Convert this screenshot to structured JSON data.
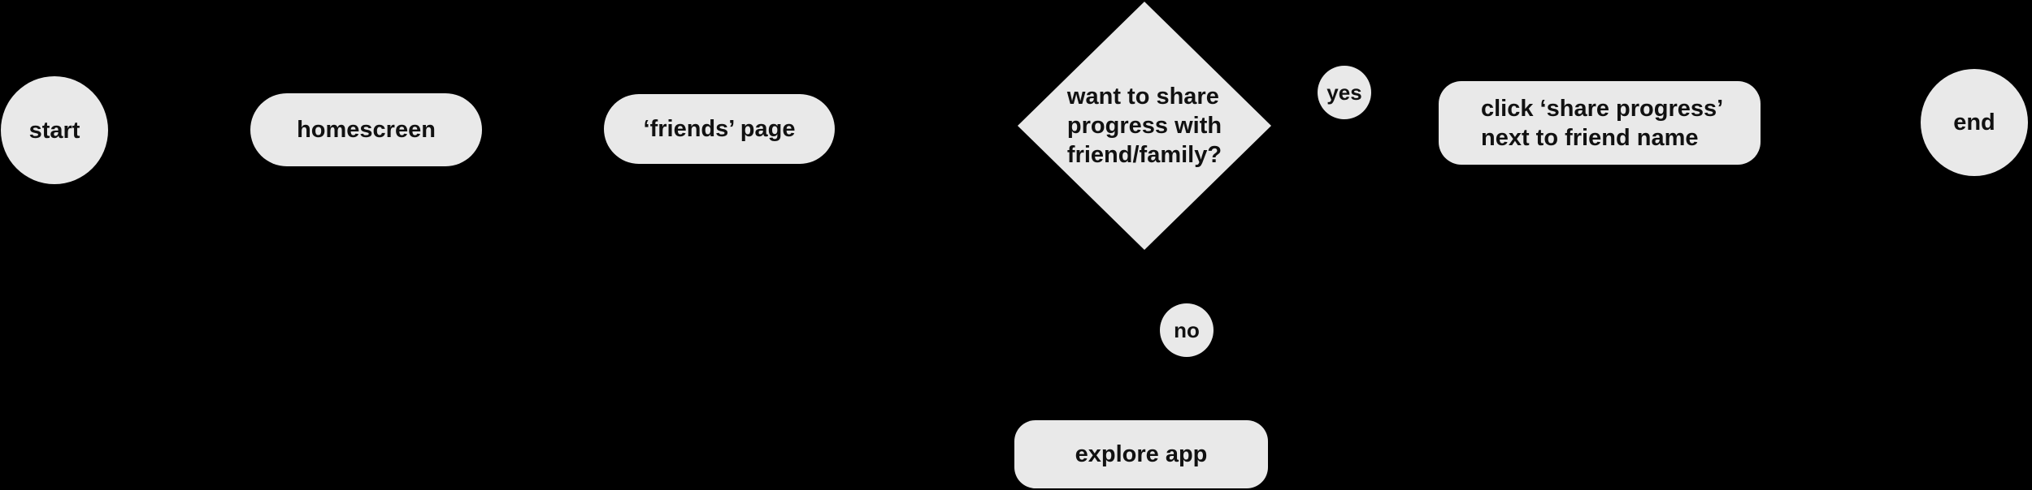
{
  "diagram": {
    "type": "flowchart",
    "background_color": "#000000",
    "shape_fill_color": "#e9e9e9",
    "text_color": "#111111",
    "nodes": {
      "start": {
        "kind": "terminator-circle",
        "label": "start"
      },
      "homescreen": {
        "kind": "pill",
        "label": "homescreen"
      },
      "friends_page": {
        "kind": "pill",
        "label": "‘friends’ page"
      },
      "decision": {
        "kind": "diamond",
        "lines": [
          "want to share",
          "progress with",
          "friend/family?"
        ]
      },
      "yes_branch": {
        "kind": "branch-label-circle",
        "label": "yes"
      },
      "click_share": {
        "kind": "rounded-rect",
        "lines": [
          "click ‘share progress’",
          "next to friend name"
        ]
      },
      "end": {
        "kind": "terminator-circle",
        "label": "end"
      },
      "no_branch": {
        "kind": "branch-label-circle",
        "label": "no"
      },
      "explore_app": {
        "kind": "rounded-rect",
        "label": "explore app"
      }
    }
  }
}
